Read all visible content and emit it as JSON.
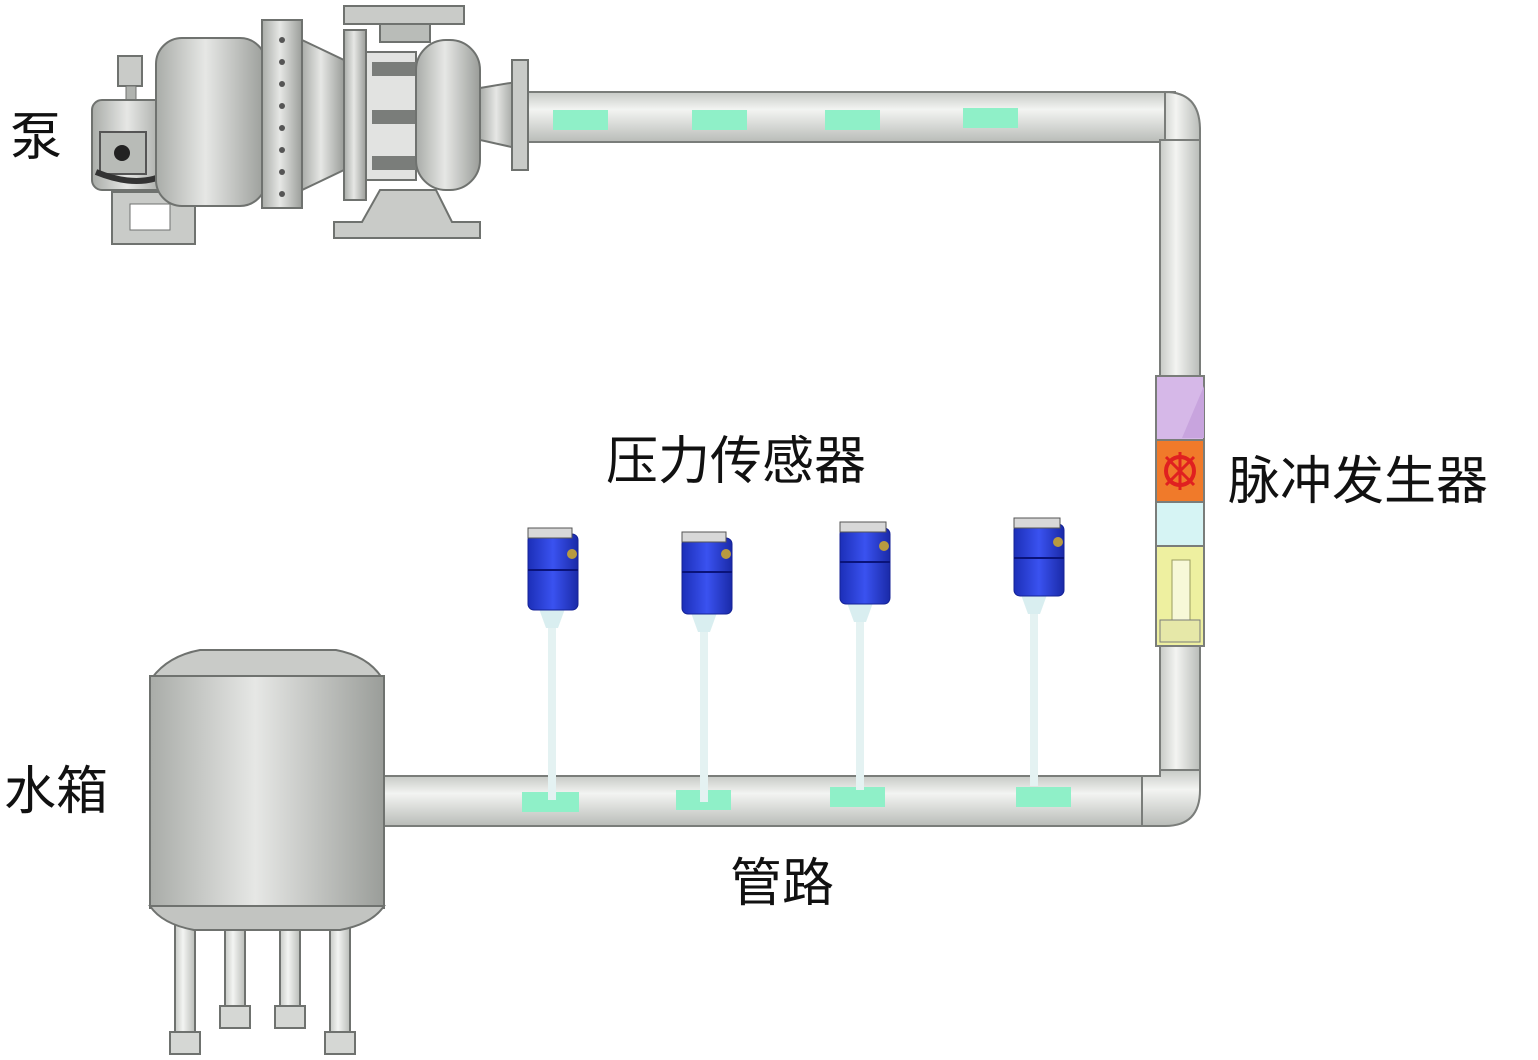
{
  "labels": {
    "pump": "泵",
    "pulse_generator": "脉冲发生器",
    "pressure_sensor": "压力传感器",
    "water_tank": "水箱",
    "pipeline": "管路"
  },
  "colors": {
    "pipe": "#d9dcd8",
    "pipe_edge": "#6f726f",
    "flow_marker": "#8ff0c8",
    "sensor_body": "#2a3fd8",
    "pulse_purple": "#d6b8e8",
    "pulse_orange": "#f07a2a",
    "pulse_red": "#e02020",
    "pulse_yellow": "#eef0a0",
    "pulse_cyan": "#d6f4f4",
    "equipment": "#cfd1cf"
  },
  "sensor_count": 4
}
